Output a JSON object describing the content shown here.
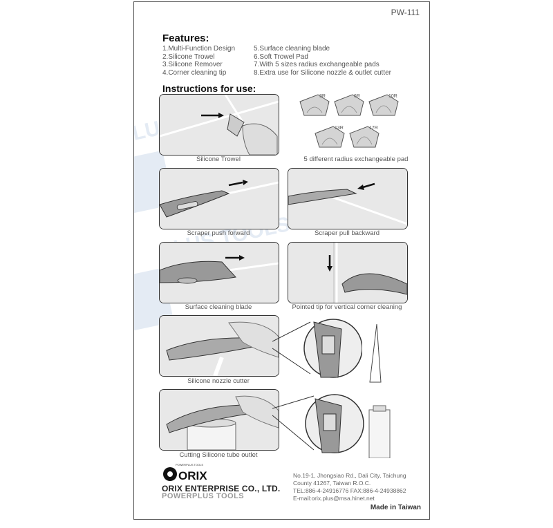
{
  "model": "PW-111",
  "features": {
    "heading": "Features:",
    "left": [
      "1.Multi-Function Design",
      "2.Silicone Trowel",
      "3.Silicone Remover",
      "4.Corner cleaning tip"
    ],
    "right": [
      "5.Surface cleaning blade",
      "6.Soft Trowel Pad",
      "7.With 5 sizes radius exchangeable pads",
      "8.Extra use for Silicone nozzle & outlet cutter"
    ]
  },
  "instructions": {
    "heading": "Instructions for use:"
  },
  "pads": [
    "3R",
    "6R",
    "10R",
    "13R",
    "17R"
  ],
  "captions": {
    "trowel": "Silicone Trowel",
    "pads": "5 different radius exchangeable pad",
    "push": "Scraper push forward",
    "pull": "Scraper pull backward",
    "surface": "Surface cleaning blade",
    "corner": "Pointed tip for vertical corner cleaning",
    "nozzle": "Silicone nozzle cutter",
    "outlet": "Cutting Silicone tube outlet"
  },
  "brand": {
    "logo_small": "POWERPLUS TOOLS",
    "logo_main": "ORIX",
    "company": "ORIX ENTERPRISE CO., LTD.",
    "sub": "POWERPLUS TOOLS",
    "watermark": "PLUS TOOLS"
  },
  "address": [
    "No.19-1, Jhongsiao Rd., Dali City, Taichung",
    "County 41267, Taiwan R.O.C.",
    "TEL:886-4-24916776  FAX:886-4-24938862",
    "E-mail:orix.plus@msa.hinet.net"
  ],
  "made_in": "Made in Taiwan"
}
